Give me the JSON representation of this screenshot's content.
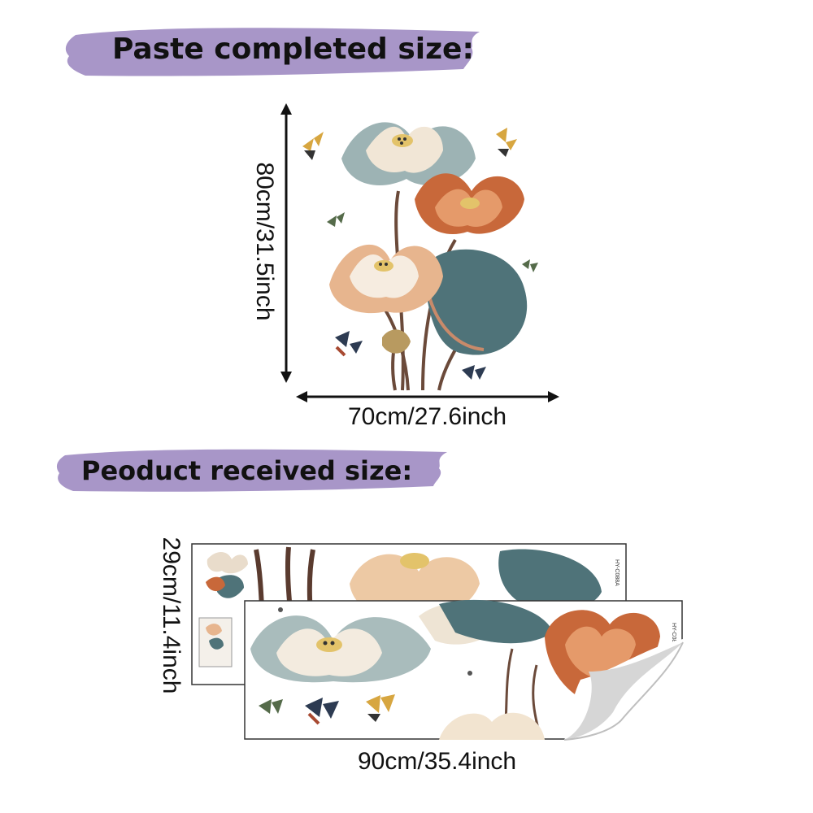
{
  "section_completed": {
    "title": "Paste completed size:",
    "height_label": "80cm/31.5inch",
    "width_label": "70cm/27.6inch"
  },
  "section_received": {
    "title": "Peoduct received size:",
    "height_label": "29cm/11.4inch",
    "width_label": "90cm/35.4inch",
    "sheet_code_1": "HY-C088A",
    "sheet_code_2": "HY-C088B"
  },
  "colors": {
    "banner": "#a896c8",
    "text": "#111111",
    "teal_leaf": "#4f7379",
    "cream_petal": "#f1e6d6",
    "orange_petal": "#c8683a",
    "stem": "#6b4a3a",
    "sheet_border": "#333333"
  },
  "icons": [
    "lotus-flower-icon",
    "lotus-leaf-icon",
    "butterfly-icon",
    "arrow-icon"
  ]
}
